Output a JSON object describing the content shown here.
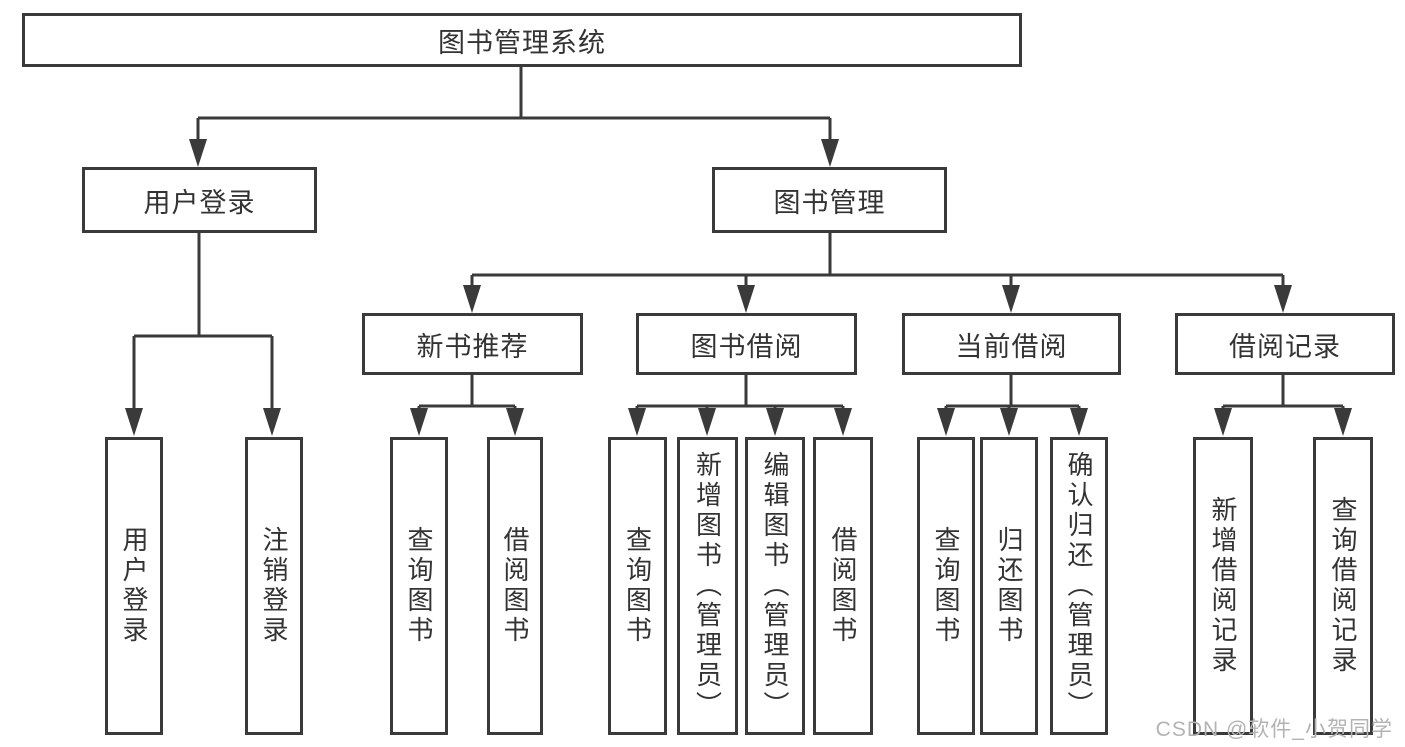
{
  "nodes": {
    "root": "图书管理系统",
    "user_login": "用户登录",
    "book_mgmt": "图书管理",
    "new_book": "新书推荐",
    "book_borrow": "图书借阅",
    "current_borrow": "当前借阅",
    "borrow_records": "借阅记录",
    "login": "用户登录",
    "logout": "注销登录",
    "nb_query": "查询图书",
    "nb_borrow": "借阅图书",
    "bb_query": "查询图书",
    "bb_add": "新增图书（管理员）",
    "bb_edit": "编辑图书（管理员）",
    "bb_borrow": "借阅图书",
    "cb_query": "查询图书",
    "cb_return": "归还图书",
    "cb_confirm": "确认归还（管理员）",
    "br_add": "新增借阅记录",
    "br_query": "查询借阅记录"
  },
  "watermark": "CSDN @软件_小贺同学",
  "colors": {
    "line": "#3a3a3a",
    "text": "#333333",
    "watermark": "#b3b3b3",
    "background": "#ffffff"
  }
}
